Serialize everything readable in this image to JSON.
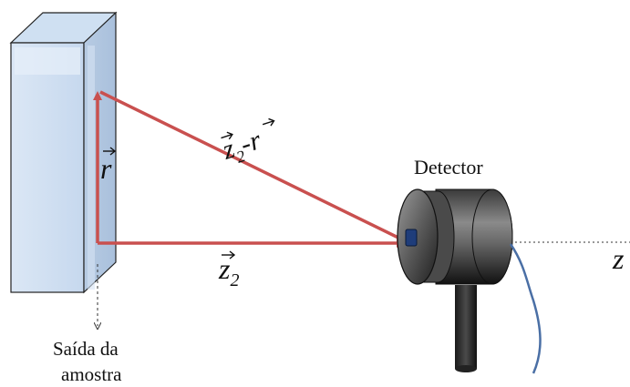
{
  "labels": {
    "vec_z2_minus_r": {
      "base": "z",
      "sub": "2",
      "op": "-",
      "base2": "r"
    },
    "vec_r": {
      "base": "r"
    },
    "vec_z2": {
      "base": "z",
      "sub": "2"
    },
    "detector": "Detector",
    "axis_z": "z",
    "sample_exit_line1": "Saída da",
    "sample_exit_line2": "amostra"
  },
  "colors": {
    "arrow": "#c9504f",
    "sample_front": "#d5e3f3",
    "sample_side": "#b8cde4",
    "cable": "#4a6fa5",
    "lens": "#1f3d7a"
  },
  "icons": [
    "sample-cuvette",
    "detector-body",
    "arrow-vector",
    "cable"
  ]
}
